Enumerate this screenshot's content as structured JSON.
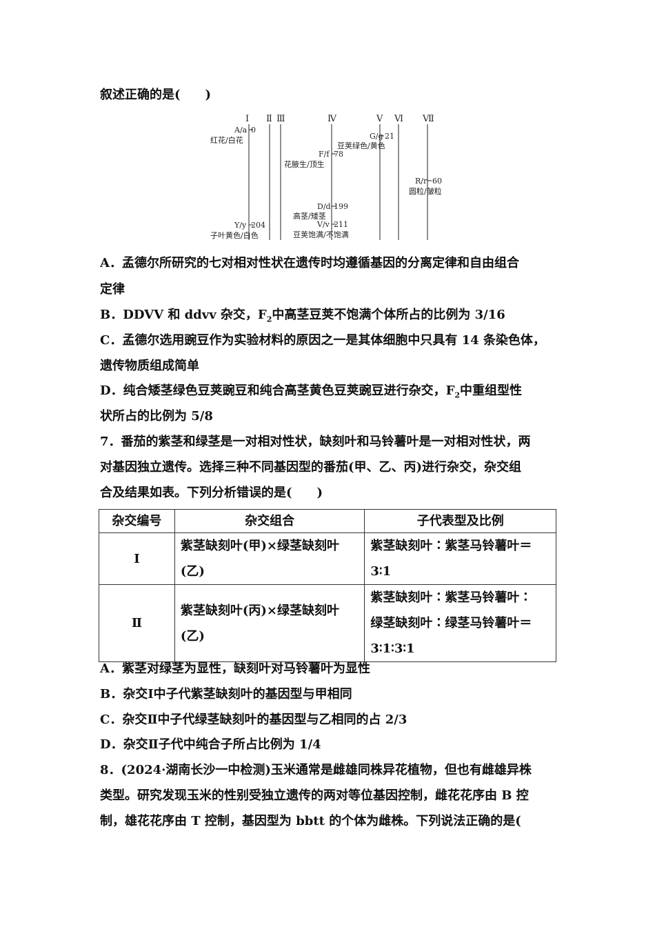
{
  "q6": {
    "stem_tail": "叙述正确的是(　　)",
    "diagram": {
      "chromosomes": [
        "Ⅰ",
        "Ⅱ",
        "Ⅲ",
        "Ⅳ",
        "Ⅴ",
        "Ⅵ",
        "Ⅶ"
      ],
      "loci": [
        {
          "gene": "A/a",
          "pos": "0",
          "trait": "红花/白花"
        },
        {
          "gene": "Y/y",
          "pos": "204",
          "trait": "子叶黄色/白色"
        },
        {
          "gene": "F/f",
          "pos": "78",
          "trait": "花腋生/顶生"
        },
        {
          "gene": "D/d",
          "pos": "199",
          "trait": "高茎/矮茎"
        },
        {
          "gene": "V/v",
          "pos": "211",
          "trait": "豆荚饱满/不饱满"
        },
        {
          "gene": "G/g",
          "pos": "21",
          "trait": "豆荚绿色/黄色"
        },
        {
          "gene": "R/r",
          "pos": "60",
          "trait": "圆粒/皱粒"
        }
      ]
    },
    "options": {
      "a1": "A．孟德尔所研究的七对相对性状在遗传时均遵循基因的分离定律和自由组合",
      "a2": "定律",
      "b_pre": "B．DDVV 和 ddvv 杂交，F",
      "b_sub": "2",
      "b_post": "中高茎豆荚不饱满个体所占的比例为 3/16",
      "c1": "C．孟德尔选用豌豆作为实验材料的原因之一是其体细胞中只具有 14 条染色体，",
      "c2": "遗传物质组成简单",
      "d_pre": "D．纯合矮茎绿色豆荚豌豆和纯合高茎黄色豆荚豌豆进行杂交，F",
      "d_sub": "2",
      "d_post": "中重组型性",
      "d2": "状所占的比例为 5/8"
    }
  },
  "q7": {
    "stem": [
      "7．番茄的紫茎和绿茎是一对相对性状，缺刻叶和马铃薯叶是一对相对性状，两",
      "对基因独立遗传。选择三种不同基因型的番茄(甲、乙、丙)进行杂交，杂交组",
      "合及结果如表。下列分析错误的是(　　)"
    ],
    "table": {
      "headers": [
        "杂交编号",
        "杂交组合",
        "子代表型及比例"
      ],
      "rows": [
        {
          "id": "Ⅰ",
          "combo": [
            "紫茎缺刻叶(甲)×绿茎缺刻叶",
            "(乙)"
          ],
          "result": [
            "紫茎缺刻叶∶紫茎马铃薯叶＝",
            "3∶1"
          ]
        },
        {
          "id": "Ⅱ",
          "combo": [
            "紫茎缺刻叶(丙)×绿茎缺刻叶",
            "(乙)"
          ],
          "result": [
            "紫茎缺刻叶∶紫茎马铃薯叶∶",
            "绿茎缺刻叶∶绿茎马铃薯叶＝",
            "3∶1∶3∶1"
          ]
        }
      ]
    },
    "options": [
      "A．紫茎对绿茎为显性，缺刻叶对马铃薯叶为显性",
      "B．杂交Ⅰ中子代紫茎缺刻叶的基因型与甲相同",
      "C．杂交Ⅱ中子代绿茎缺刻叶的基因型与乙相同的占 2/3",
      "D．杂交Ⅱ子代中纯合子所占比例为 1/4"
    ]
  },
  "q8": {
    "stem": [
      "8．(2024·湖南长沙一中检测)玉米通常是雌雄同株异花植物，但也有雌雄异株",
      "类型。研究发现玉米的性别受独立遗传的两对等位基因控制，雌花花序由 B 控",
      "制，雄花花序由 T 控制，基因型为 bbtt 的个体为雌株。下列说法正确的是("
    ]
  }
}
